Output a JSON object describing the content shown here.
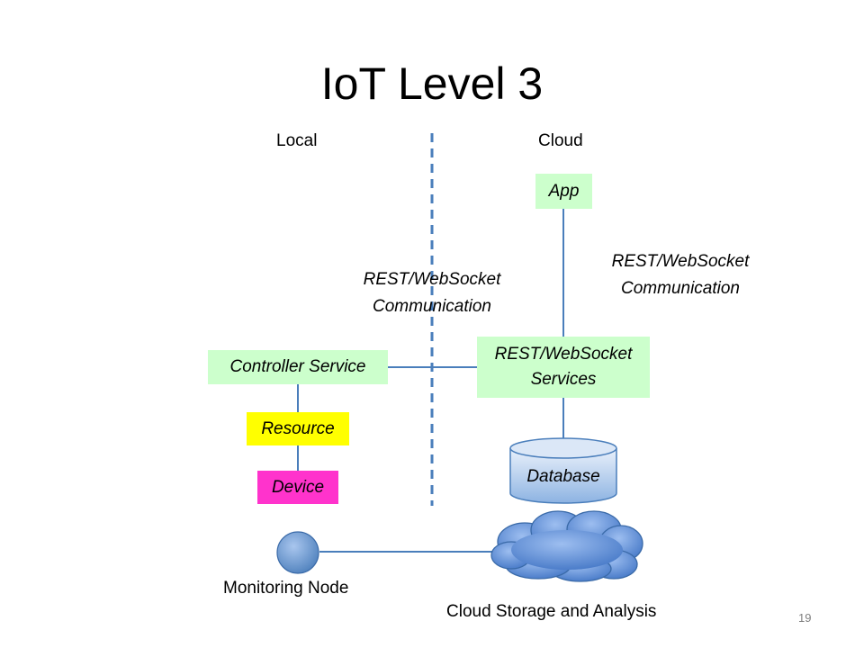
{
  "slide": {
    "title": "IoT Level 3",
    "page_number": "19"
  },
  "regions": {
    "local": "Local",
    "cloud": "Cloud"
  },
  "nodes": {
    "app": "App",
    "controller_service": "Controller Service",
    "rest_services_line1": "REST/WebSocket",
    "rest_services_line2": "Services",
    "resource": "Resource",
    "device": "Device",
    "database": "Database",
    "monitoring_node": "Monitoring Node",
    "cloud_storage": "Cloud Storage and Analysis"
  },
  "edges": {
    "local_cloud_line1": "REST/WebSocket",
    "local_cloud_line2": "Communication",
    "app_services_line1": "REST/WebSocket",
    "app_services_line2": "Communication"
  },
  "colors": {
    "service_box": "#ccffcc",
    "resource_box": "#ffff00",
    "device_box": "#ff33cc",
    "connector": "#4a7ebb",
    "database_fill": "#8db3e2",
    "cloud_fill": "#4f81bd"
  }
}
